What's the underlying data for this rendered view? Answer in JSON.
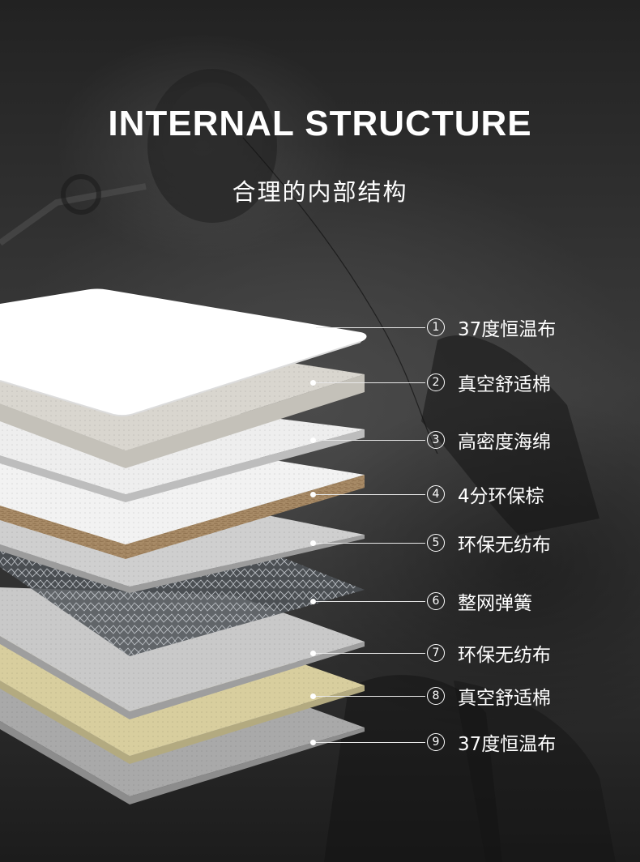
{
  "header": {
    "title": "INTERNAL STRUCTURE",
    "subtitle": "合理的内部结构"
  },
  "layers": [
    {
      "number": "1",
      "label": "37度恒温布",
      "color": "#ffffff"
    },
    {
      "number": "2",
      "label": "真空舒适棉",
      "color": "#d9d6cf"
    },
    {
      "number": "3",
      "label": "高密度海绵",
      "color": "#eeeeee"
    },
    {
      "number": "4",
      "label": "4分环保棕",
      "color": "#a78a66"
    },
    {
      "number": "5",
      "label": "环保无纺布",
      "color": "#cfcfcf"
    },
    {
      "number": "6",
      "label": "整网弹簧",
      "color": "#6f747a"
    },
    {
      "number": "7",
      "label": "环保无纺布",
      "color": "#c9c9c9"
    },
    {
      "number": "8",
      "label": "真空舒适棉",
      "color": "#d8ce9e"
    },
    {
      "number": "9",
      "label": "37度恒温布",
      "color": "#a9a9a9"
    }
  ]
}
